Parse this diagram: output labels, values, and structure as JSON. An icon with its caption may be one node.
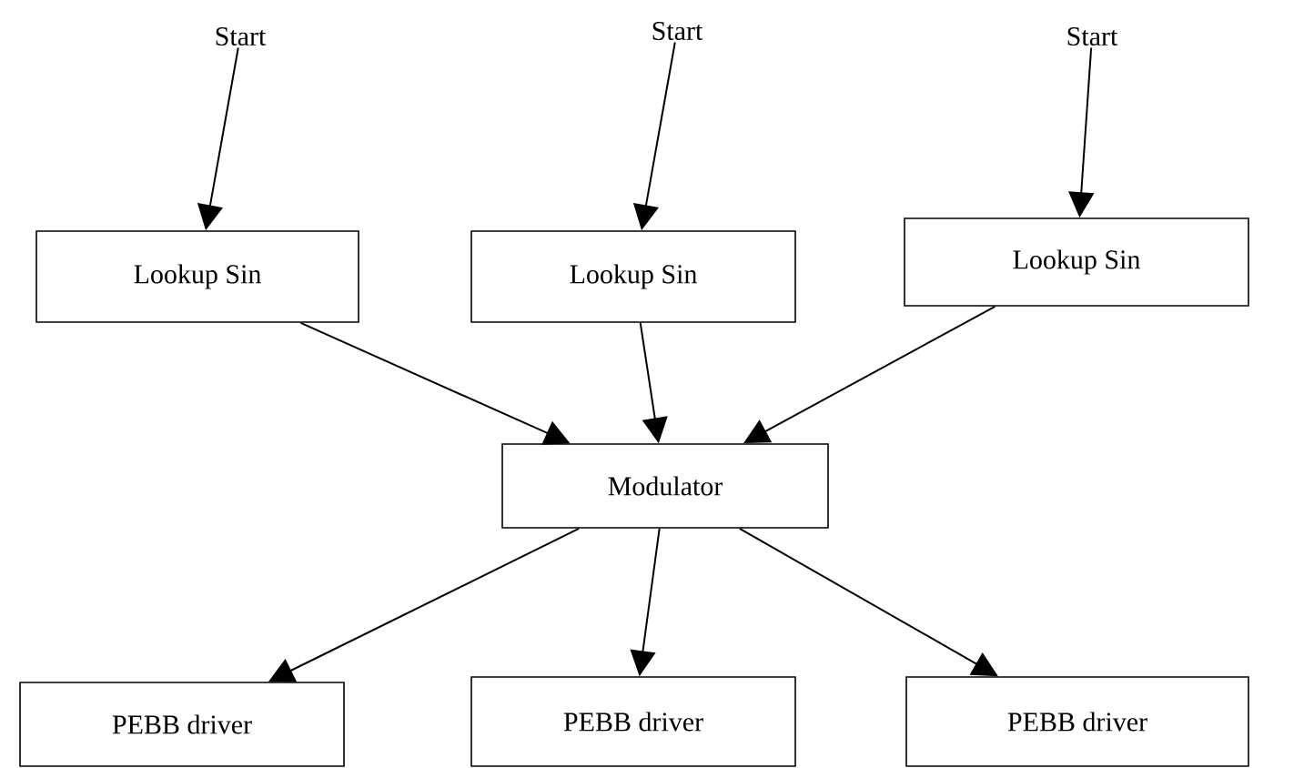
{
  "diagram": {
    "nodes": [
      {
        "text": [
          "Start"
        ]
      },
      {
        "text": [
          "Start"
        ]
      },
      {
        "text": [
          "Start"
        ]
      },
      {
        "text": [
          "Lookup Sin"
        ]
      },
      {
        "text": [
          "Lookup Sin"
        ]
      },
      {
        "text": [
          "Lookup Sin"
        ]
      },
      {
        "text": [
          "Modulator"
        ]
      },
      {
        "text": [
          "PEBB driver"
        ]
      },
      {
        "text": [
          "PEBB driver"
        ]
      },
      {
        "text": [
          "PEBB driver"
        ]
      }
    ],
    "edges": [
      {
        "from": 0,
        "to": 3,
        "arrow": "to"
      },
      {
        "from": 1,
        "to": 4,
        "arrow": "to"
      },
      {
        "from": 2,
        "to": 5,
        "arrow": "to"
      },
      {
        "from": 3,
        "to": 6,
        "arrow": "to"
      },
      {
        "from": 4,
        "to": 6,
        "arrow": "to"
      },
      {
        "from": 5,
        "to": 6,
        "arrow": "to"
      },
      {
        "from": 6,
        "to": 7,
        "arrow": "to"
      },
      {
        "from": 6,
        "to": 8,
        "arrow": "to"
      },
      {
        "from": 6,
        "to": 9,
        "arrow": "to"
      }
    ]
  }
}
